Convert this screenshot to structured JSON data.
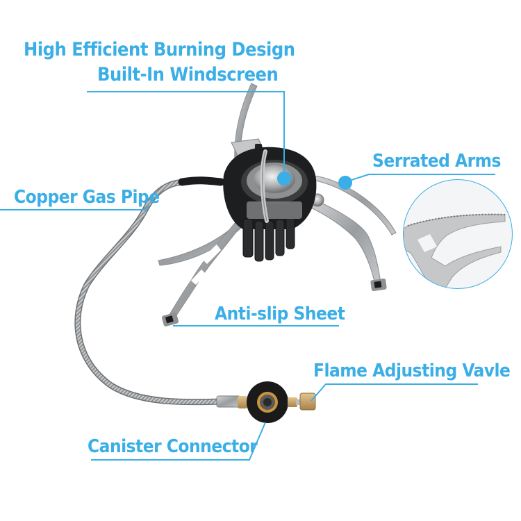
{
  "image": {
    "subject": "portable camping gas stove with remote canister hose",
    "background_color": "#ffffff",
    "accent_color": "#3aaee6"
  },
  "callouts": [
    {
      "id": "burning",
      "text": "High Efficient Burning Design"
    },
    {
      "id": "windscreen",
      "text": "Built-In Windscreen"
    },
    {
      "id": "serrated",
      "text": "Serrated Arms"
    },
    {
      "id": "pipe",
      "text": "Copper Gas Pipe"
    },
    {
      "id": "antislip",
      "text": "Anti-slip Sheet"
    },
    {
      "id": "valve",
      "text": "Flame Adjusting Vavle"
    },
    {
      "id": "connector",
      "text": "Canister Connector"
    }
  ],
  "detail_inset": {
    "subject": "close-up of serrated pot support arm"
  }
}
